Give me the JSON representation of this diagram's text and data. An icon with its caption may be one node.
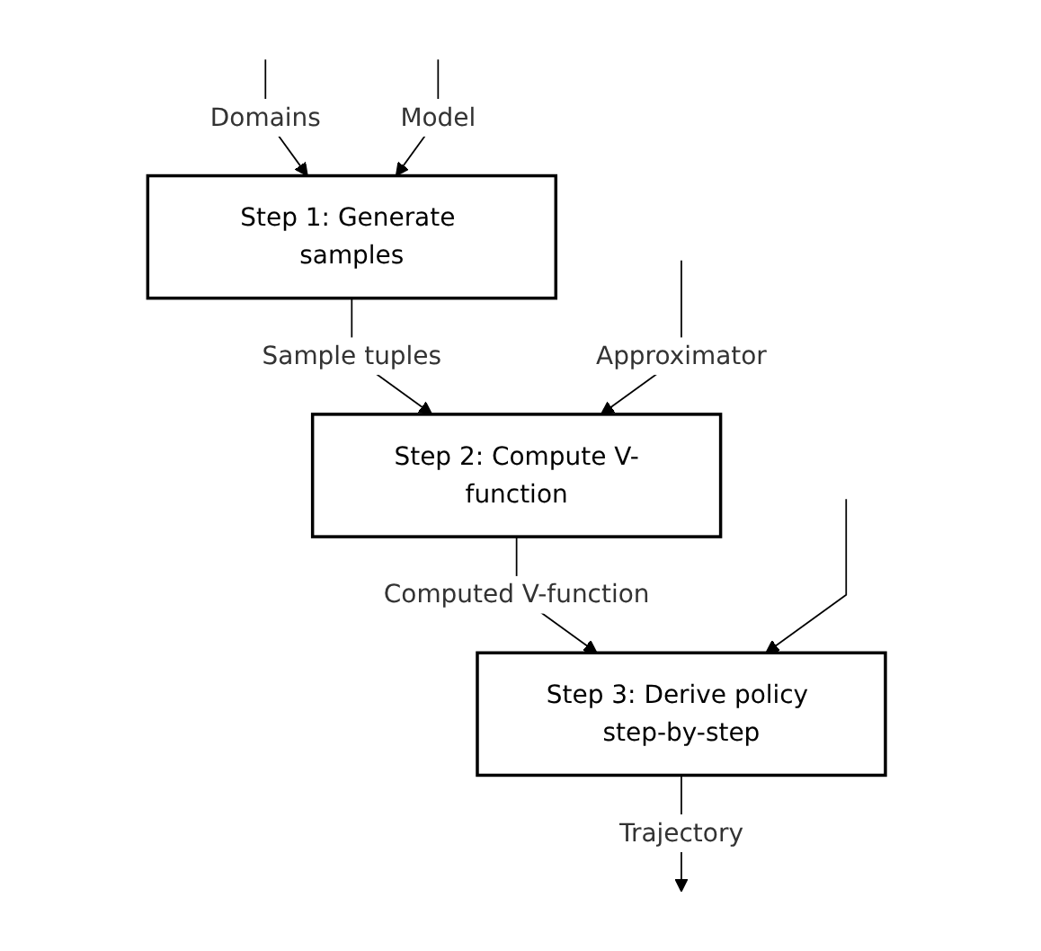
{
  "diagram": {
    "nodes": [
      {
        "text": [
          "Step 1: Generate samples"
        ]
      },
      {
        "text": [
          "Step 2: Compute V-function"
        ]
      },
      {
        "text": [
          "Step 3: Derive policy step-by-step"
        ]
      }
    ],
    "edges": [
      {
        "from": null,
        "to": 0,
        "arrow": "to",
        "label": "Domains"
      },
      {
        "from": null,
        "to": 0,
        "arrow": "to",
        "label": "Model"
      },
      {
        "from": 0,
        "to": 1,
        "arrow": "to",
        "label": "Sample tuples"
      },
      {
        "from": null,
        "to": 1,
        "arrow": "to",
        "label": "Approximator"
      },
      {
        "from": 1,
        "to": 2,
        "arrow": "to",
        "label": "Computed V-function"
      },
      {
        "from": 2,
        "to": null,
        "arrow": "to",
        "label": "Trajectory"
      },
      {
        "from": null,
        "to": 2,
        "arrow": "to"
      }
    ]
  }
}
